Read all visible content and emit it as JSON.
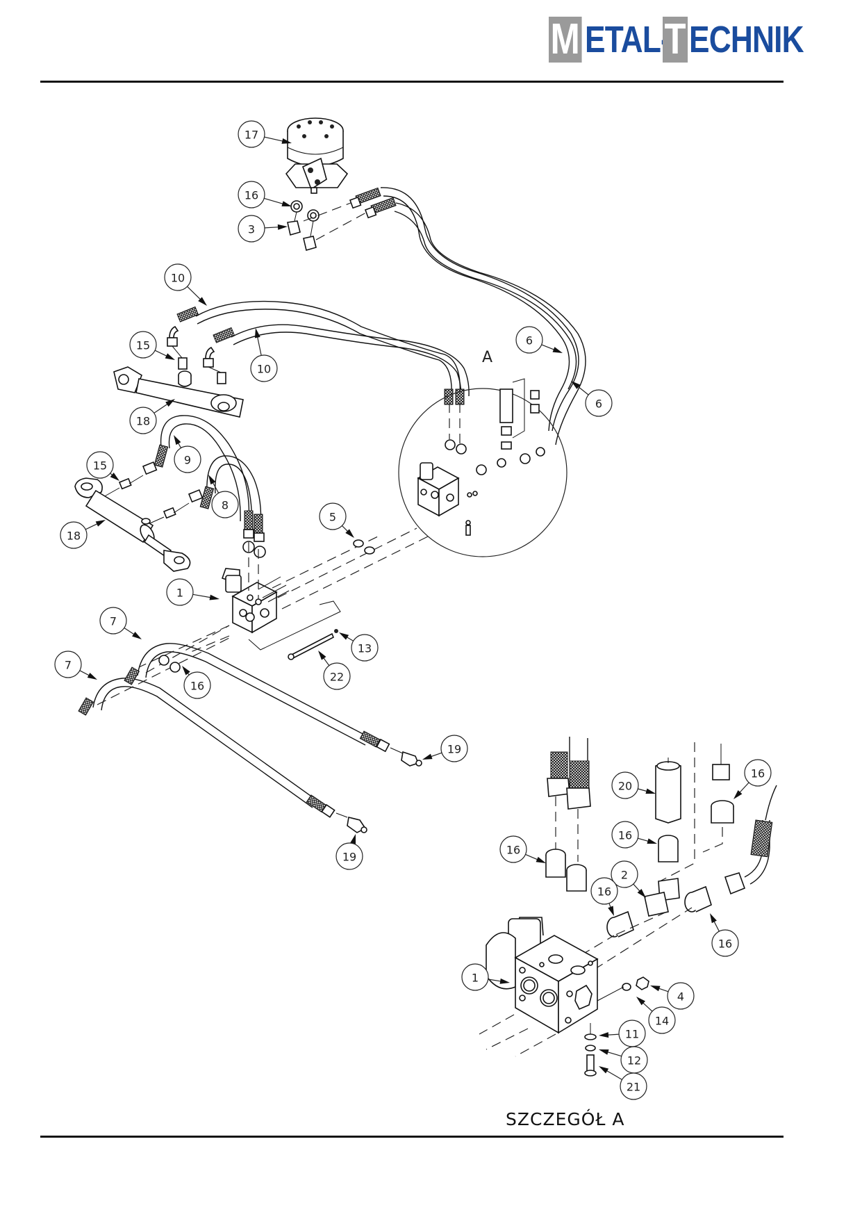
{
  "header": {
    "logo": {
      "first_letter": "M",
      "part1": "ETAL-",
      "second_letter": "T",
      "part2": "ECHNIK",
      "brand_color": "#1a4c9e",
      "box_color": "#9a9a9a"
    }
  },
  "drawing": {
    "detail_marker": "A",
    "detail_caption": "SZCZEGÓŁ A",
    "main_callouts": [
      {
        "id": "c17",
        "label": "17"
      },
      {
        "id": "c16a",
        "label": "16"
      },
      {
        "id": "c3",
        "label": "3"
      },
      {
        "id": "c10a",
        "label": "10"
      },
      {
        "id": "c10b",
        "label": "10"
      },
      {
        "id": "c15a",
        "label": "15"
      },
      {
        "id": "c18a",
        "label": "18"
      },
      {
        "id": "c6a",
        "label": "6"
      },
      {
        "id": "c6b",
        "label": "6"
      },
      {
        "id": "c9",
        "label": "9"
      },
      {
        "id": "c15b",
        "label": "15"
      },
      {
        "id": "c8",
        "label": "8"
      },
      {
        "id": "c18b",
        "label": "18"
      },
      {
        "id": "c5",
        "label": "5"
      },
      {
        "id": "c1a",
        "label": "1"
      },
      {
        "id": "c7a",
        "label": "7"
      },
      {
        "id": "c13",
        "label": "13"
      },
      {
        "id": "c22",
        "label": "22"
      },
      {
        "id": "c7b",
        "label": "7"
      },
      {
        "id": "c16b",
        "label": "16"
      },
      {
        "id": "c19a",
        "label": "19"
      },
      {
        "id": "c19b",
        "label": "19"
      }
    ],
    "detail_callouts": [
      {
        "id": "d16a",
        "label": "16"
      },
      {
        "id": "d20",
        "label": "20"
      },
      {
        "id": "d16b",
        "label": "16"
      },
      {
        "id": "d16c",
        "label": "16"
      },
      {
        "id": "d2",
        "label": "2"
      },
      {
        "id": "d16d",
        "label": "16"
      },
      {
        "id": "d16e",
        "label": "16"
      },
      {
        "id": "d1",
        "label": "1"
      },
      {
        "id": "d4",
        "label": "4"
      },
      {
        "id": "d14",
        "label": "14"
      },
      {
        "id": "d11",
        "label": "11"
      },
      {
        "id": "d12",
        "label": "12"
      },
      {
        "id": "d21",
        "label": "21"
      }
    ]
  }
}
